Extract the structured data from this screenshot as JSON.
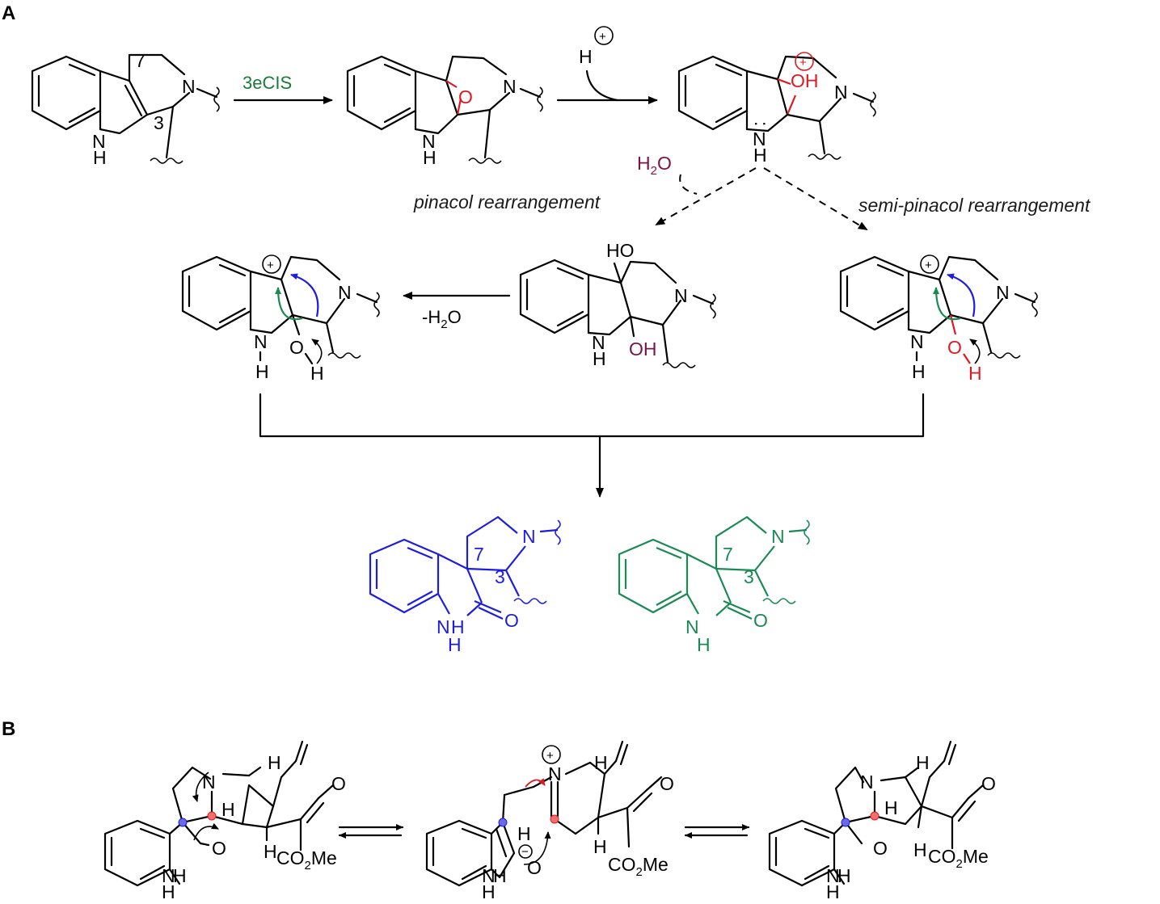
{
  "panels": {
    "a": "A",
    "b": "B"
  },
  "scheme_a": {
    "numbers": {
      "c7": "7",
      "c3": "3"
    },
    "reagent": "3eCIS",
    "proton": "H",
    "plus": "+",
    "water": "H",
    "water_sub": "2",
    "water_o": "O",
    "minus_water": "-H",
    "minus_water_sub": "2",
    "minus_water_o": "O",
    "pinacol": "pinacol rearrangement",
    "semi_pinacol": "semi-pinacol rearrangement",
    "atoms": {
      "N": "N",
      "NH_n": "N",
      "NH_h": "H",
      "O": "O",
      "OH": "OH",
      "HO": "HO",
      "H": "H",
      "lone_pair": ":"
    },
    "colors": {
      "red": "#e0191f",
      "blue": "#1d1de0",
      "green": "#1a8a55",
      "maroon": "#7a1447",
      "reagent": "#1a7a3a"
    }
  },
  "scheme_b": {
    "atoms": {
      "N": "N",
      "H": "H",
      "O": "O",
      "plus": "+",
      "minus": "−"
    },
    "ester": "CO",
    "ester_sub": "2",
    "ester_me": "Me"
  }
}
